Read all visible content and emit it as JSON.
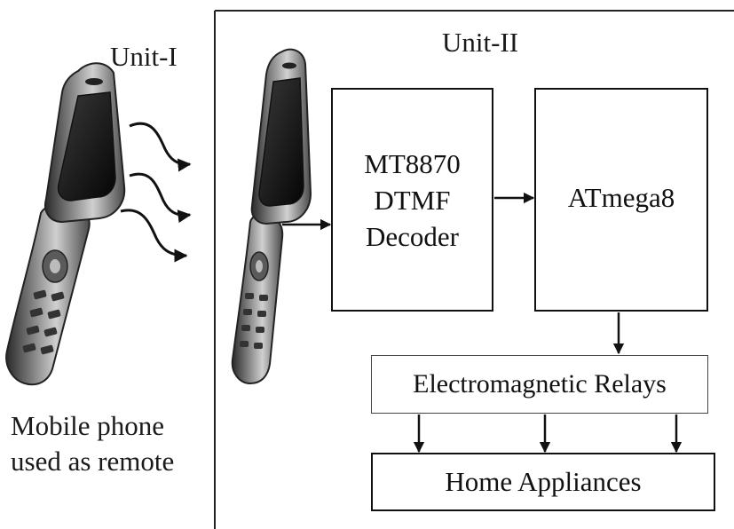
{
  "units": {
    "unit1_label": "Unit-I",
    "unit2_label": "Unit-II"
  },
  "caption": {
    "line1": "Mobile phone",
    "line2": "used as remote"
  },
  "blocks": {
    "decoder": [
      "MT8870",
      "DTMF",
      "Decoder"
    ],
    "microcontroller": "ATmega8",
    "relays": "Electromagnetic Relays",
    "appliances": "Home Appliances"
  },
  "icons": {
    "remote_phone": "flip-phone-icon",
    "receiver_phone": "flip-phone-icon",
    "signal_waves": "wavy-arrow-icon"
  }
}
